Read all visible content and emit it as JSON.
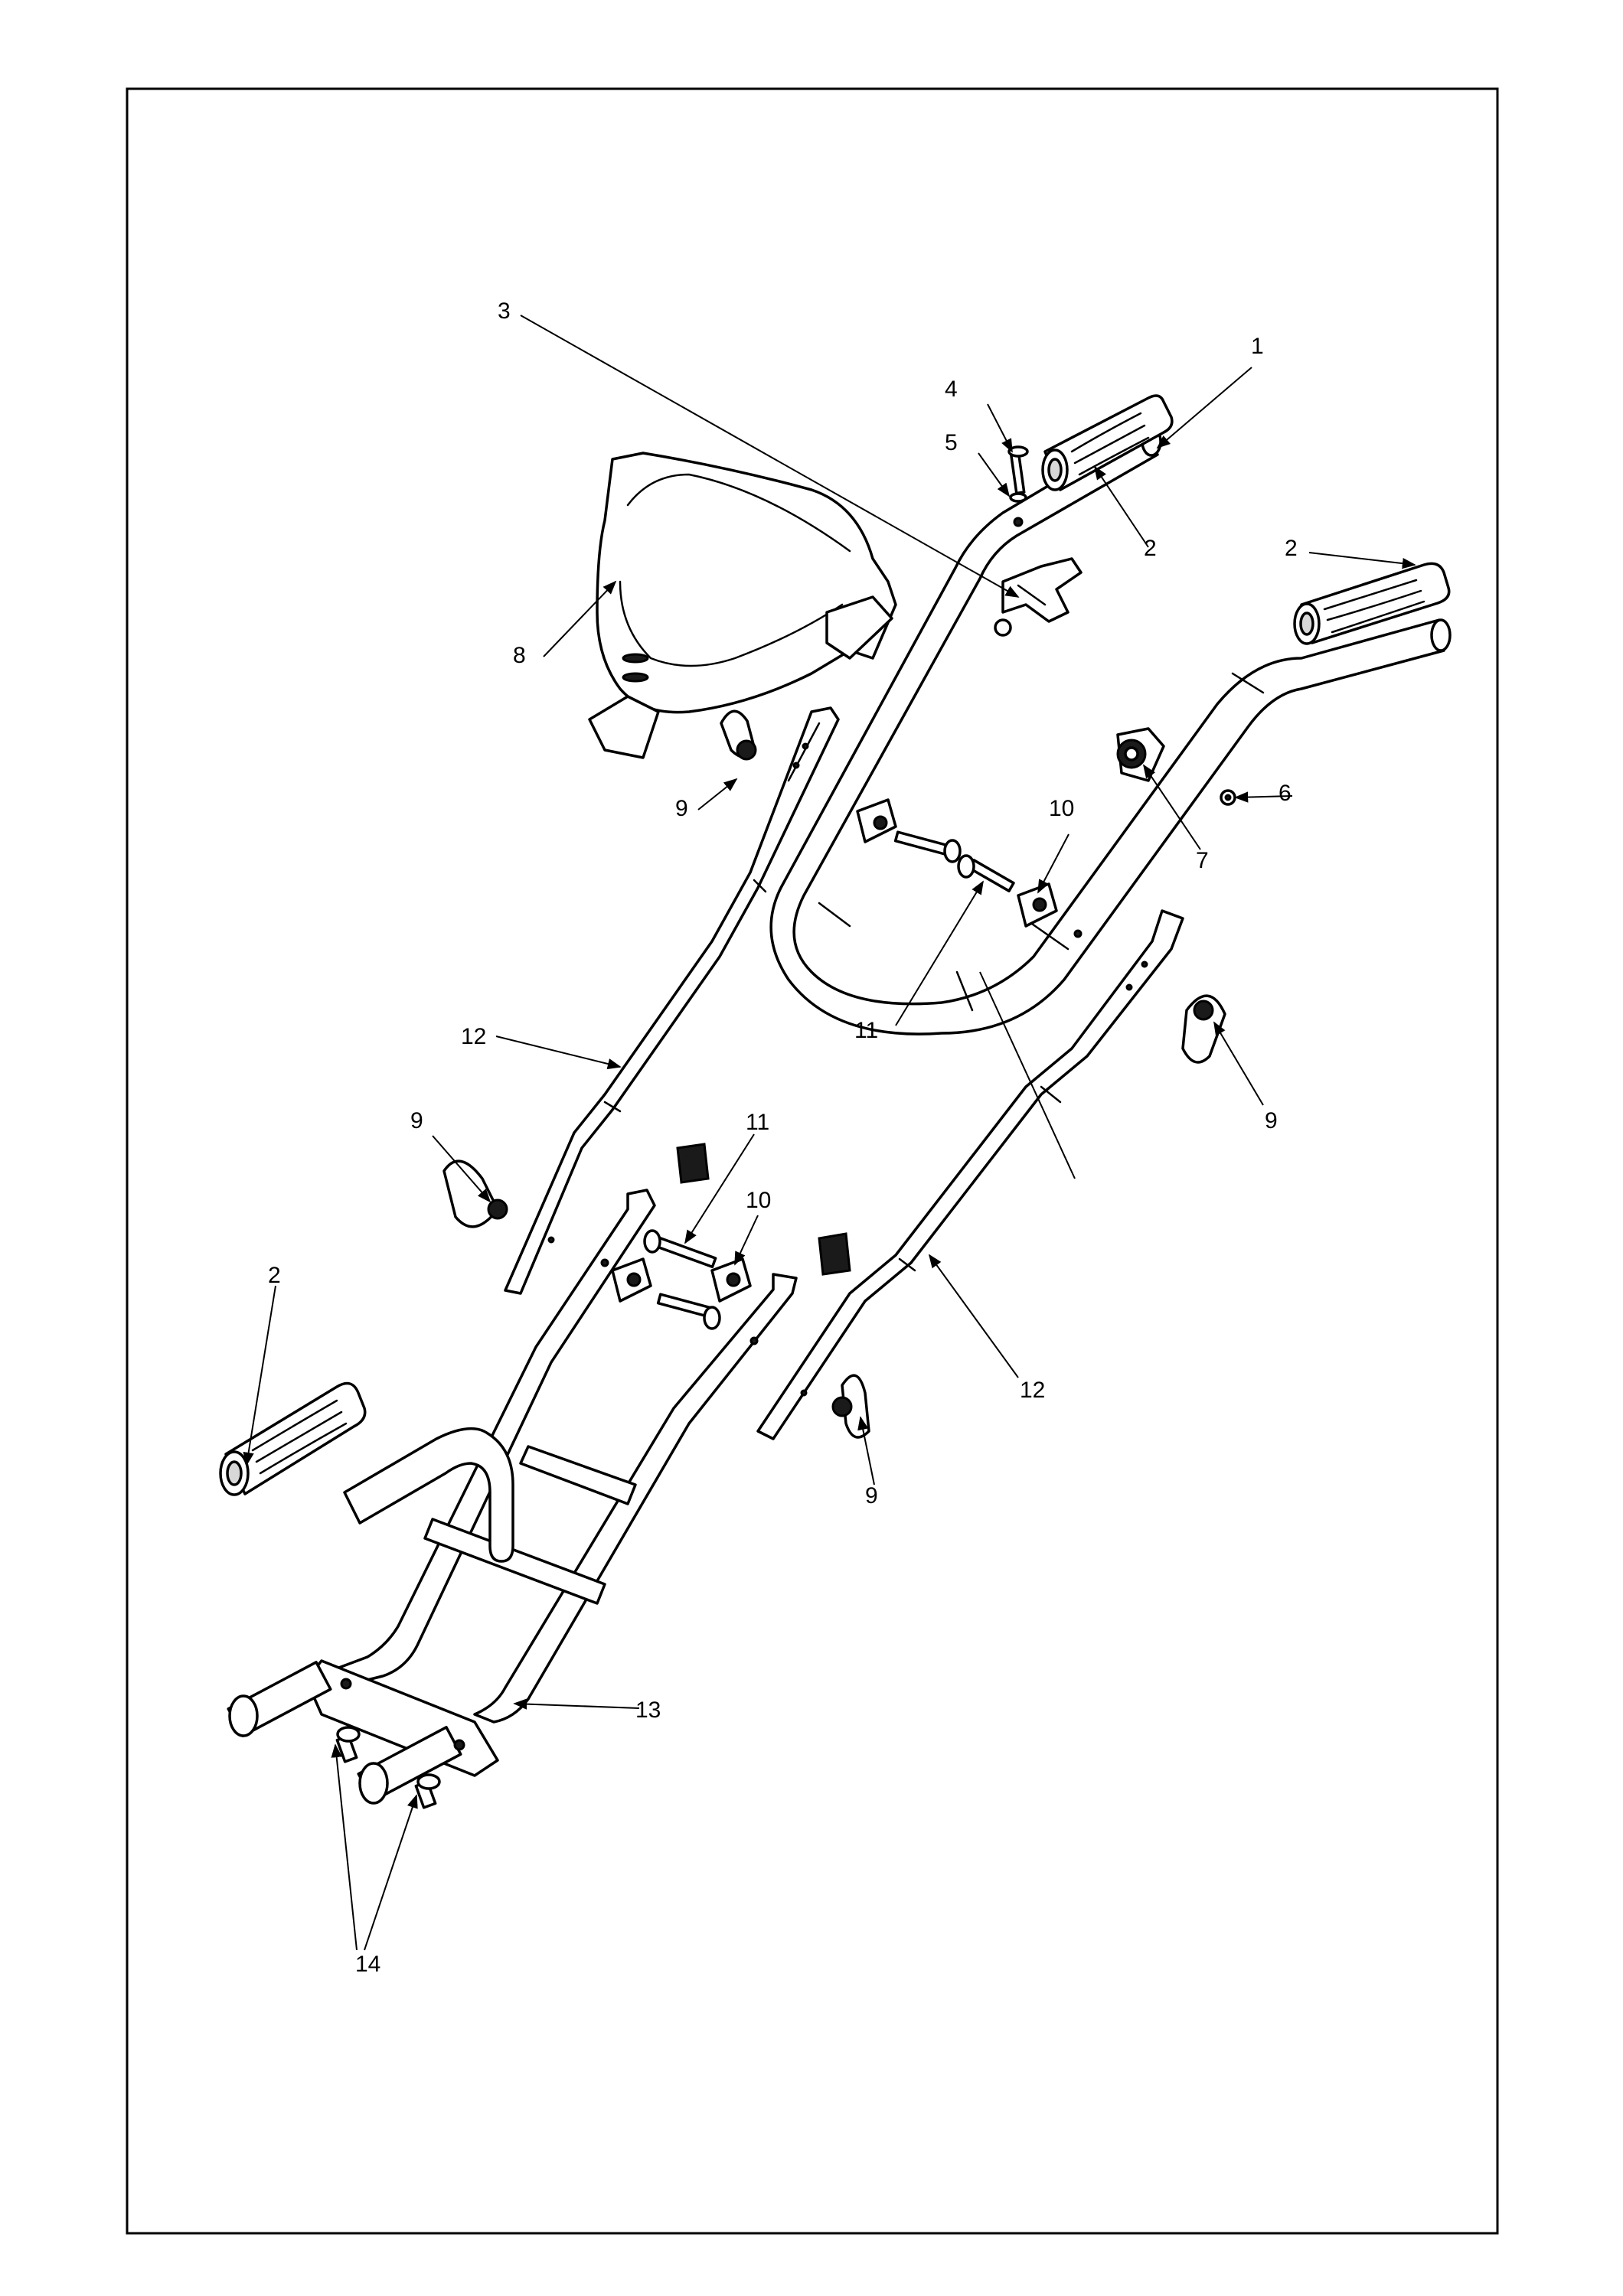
{
  "callouts": {
    "c1": "1",
    "c2a": "2",
    "c2b": "2",
    "c2c": "2",
    "c3": "3",
    "c4": "4",
    "c5": "5",
    "c6": "6",
    "c7": "7",
    "c8": "8",
    "c9a": "9",
    "c9b": "9",
    "c9c": "9",
    "c9d": "9",
    "c10a": "10",
    "c10b": "10",
    "c11a": "11",
    "c11b": "11",
    "c12a": "12",
    "c12b": "12",
    "c13": "13",
    "c14": "14"
  },
  "colors": {
    "line": "#000000",
    "background": "#ffffff"
  }
}
